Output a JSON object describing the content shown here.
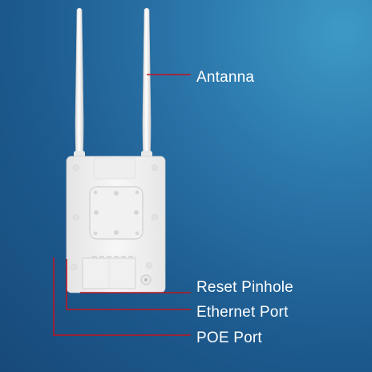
{
  "callouts": {
    "antenna": "Antanna",
    "reset_pinhole": "Reset Pinhole",
    "ethernet_port": "Ethernet Port",
    "poe_port": "POE Port"
  },
  "colors": {
    "background": "#1d5a8e",
    "device_body": "#f3f3f3",
    "leader_line": "#c0141c",
    "label_text": "#ffffff"
  }
}
